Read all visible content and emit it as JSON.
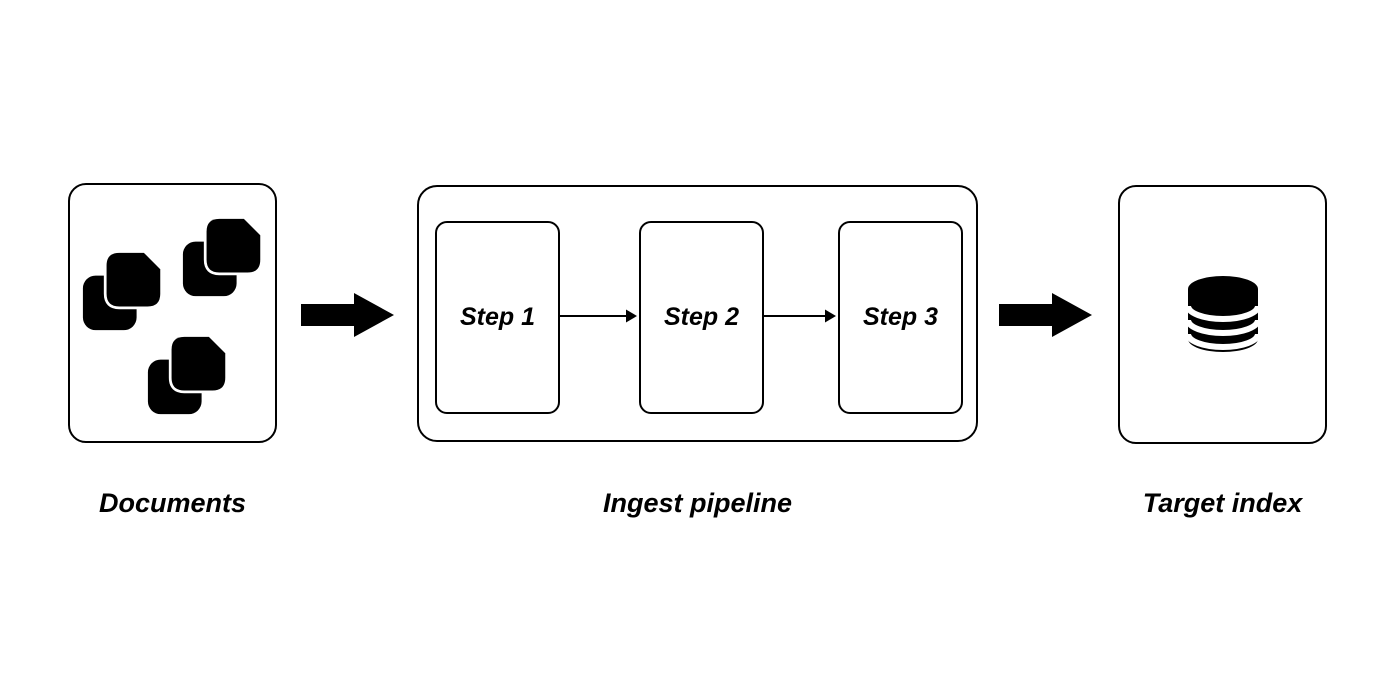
{
  "diagram": {
    "background_color": "#ffffff",
    "stroke_color": "#000000",
    "documents": {
      "label": "Documents",
      "icon": "document-stack-icon",
      "icon_count": 3
    },
    "pipeline": {
      "label": "Ingest pipeline",
      "steps": [
        {
          "label": "Step 1"
        },
        {
          "label": "Step 2"
        },
        {
          "label": "Step 3"
        }
      ]
    },
    "target": {
      "label": "Target index",
      "icon": "database-icon"
    },
    "arrows": {
      "documents_to_pipeline": "thick-right-arrow",
      "pipeline_to_target": "thick-right-arrow",
      "step1_to_step2": "thin-right-arrow",
      "step2_to_step3": "thin-right-arrow"
    }
  }
}
